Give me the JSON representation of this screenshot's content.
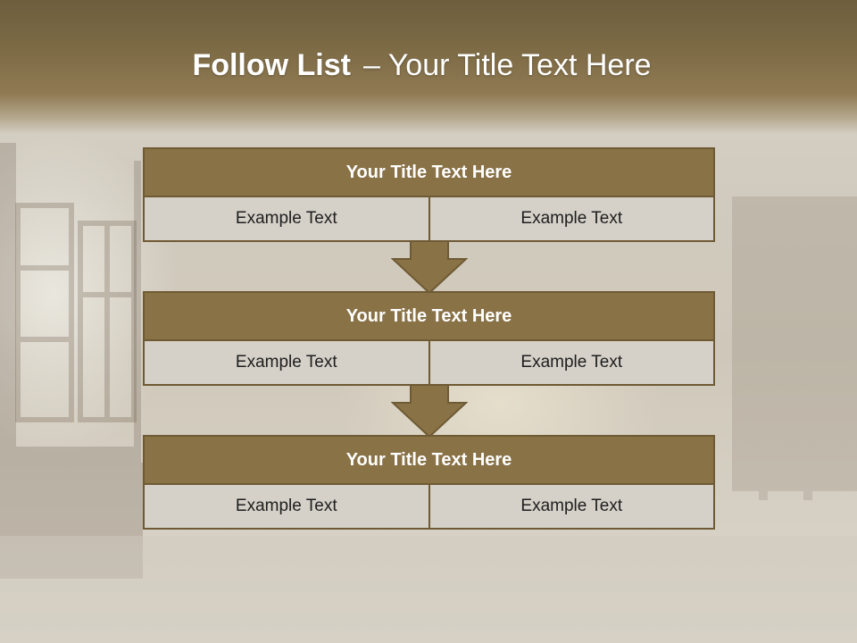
{
  "slide": {
    "title_bold": "Follow List",
    "title_rest": "– Your Title Text Here"
  },
  "steps": [
    {
      "header": "Your Title Text Here",
      "cells": [
        "Example Text",
        "Example Text"
      ]
    },
    {
      "header": "Your Title Text Here",
      "cells": [
        "Example Text",
        "Example Text"
      ]
    },
    {
      "header": "Your Title Text Here",
      "cells": [
        "Example Text",
        "Example Text"
      ]
    }
  ],
  "colors": {
    "header_fill": "#8a7247",
    "border": "#6e5a34",
    "cell_fill": "#d5d0c8",
    "title_band": "#7c6a45"
  }
}
